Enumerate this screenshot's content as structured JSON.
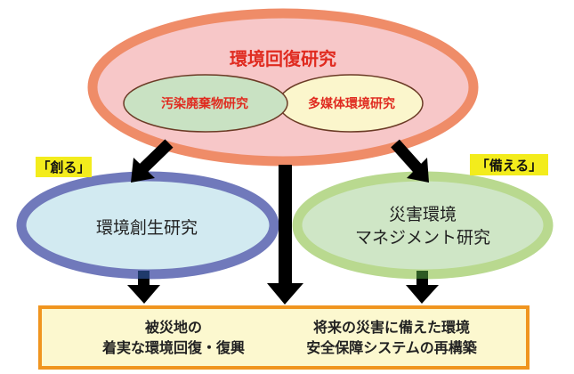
{
  "main_circle": {
    "title": "環境回復研究",
    "sub_left": "汚染廃棄物研究",
    "sub_right": "多媒体環境研究"
  },
  "left_circle": {
    "tag": "「創る」",
    "title": "環境創生研究"
  },
  "right_circle": {
    "tag": "「備える」",
    "title_line1": "災害環境",
    "title_line2": "マネジメント研究"
  },
  "outcome_box": {
    "left_line1": "被災地の",
    "left_line2": "着実な環境回復・復興",
    "right_line1": "将来の災害に備えた環境",
    "right_line2": "安全保障システムの再構築"
  },
  "colors": {
    "main_border": "#ef8c68",
    "main_fill": "#f7c7c8",
    "sub_left_fill": "#c9e2c3",
    "sub_right_fill": "#fbf6cc",
    "sub_outline": "#6b3b26",
    "left_border": "#7079bb",
    "left_fill": "#d2eaf1",
    "right_border": "#b9d98f",
    "right_fill": "#cfe6c6",
    "tag_bg": "#f3ec1c",
    "box_border": "#f0951f",
    "box_fill": "#fcf8cf",
    "title_red": "#e02b20"
  }
}
